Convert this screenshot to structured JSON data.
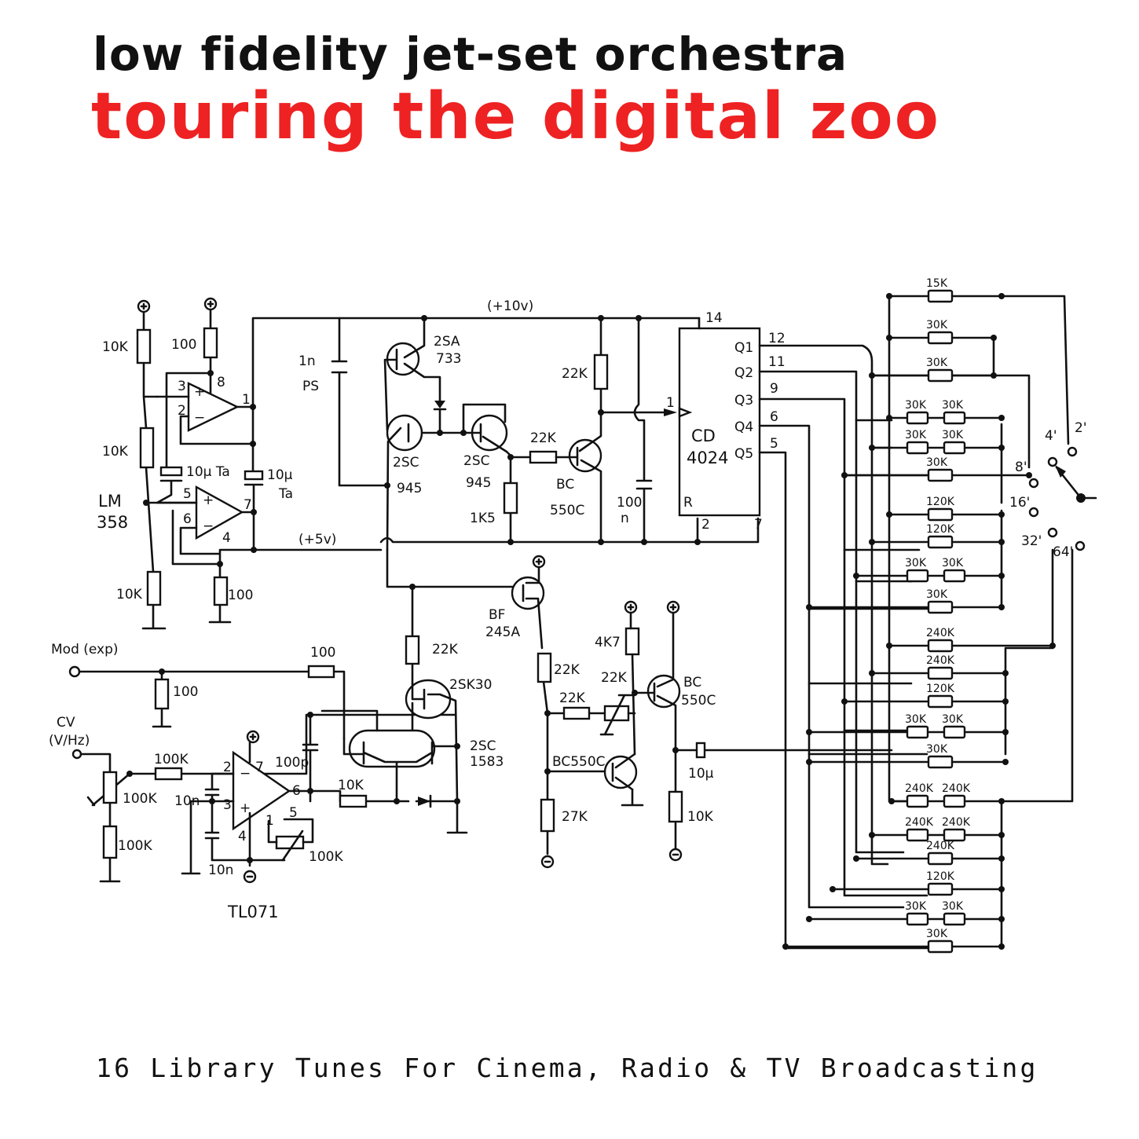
{
  "cover": {
    "artist": "low fidelity jet-set orchestra",
    "album_title": "touring the digital zoo",
    "subtitle": "16 Library Tunes For Cinema, Radio & TV Broadcasting",
    "colors": {
      "title_red": "#ee2222",
      "ink": "#111111",
      "background": "#ffffff"
    }
  },
  "schematic": {
    "rails": {
      "plus10v": "(+10v)",
      "plus5v": "(+5v)"
    },
    "lm358": {
      "chip": "LM\n358",
      "chip_line1": "LM",
      "chip_line2": "358",
      "r_top": "10K",
      "r_mid": "10K",
      "r_bot": "10K",
      "r_100_top": "100",
      "r_100_bot": "100",
      "c1": "10µ Ta",
      "c2": "10µ",
      "c2b": "Ta",
      "pins": [
        "3",
        "2",
        "8",
        "1",
        "5",
        "6",
        "7",
        "4"
      ]
    },
    "core": {
      "c_1n": "1n",
      "c_1n_b": "PS",
      "q_pnp": "2SA",
      "q_pnp_b": "733",
      "q1": "2SC",
      "q1_b": "945",
      "q2": "2SC",
      "q2_b": "945",
      "r_22k_a": "22K",
      "r_22k_b": "22K",
      "r_1k5": "1K5",
      "q3": "BC",
      "q3_b": "550C",
      "c_100n": "100",
      "c_100n_b": "n"
    },
    "counter": {
      "chip": "CD",
      "chip_b": "4024",
      "outputs": [
        "Q1",
        "Q2",
        "Q3",
        "Q4",
        "Q5"
      ],
      "out_pins": [
        "12",
        "11",
        "9",
        "6",
        "5"
      ],
      "pin_vdd": "14",
      "pin_clk": "1",
      "pin_reset": "R",
      "pin_2": "2",
      "pin_7": "7"
    },
    "inputs": {
      "mod": "Mod (exp)",
      "cv": "CV",
      "cv_b": "(V/Hz)",
      "r_mod_series": "100",
      "r_mod_shunt": "100",
      "r_cv_pot": "100K",
      "r_cv_bot": "100K",
      "r_cv_in": "100K",
      "c_10n_a": "10n",
      "c_10n_b": "10n",
      "c_100p": "100p",
      "trim": "100K",
      "r_out": "10K",
      "opamp": "TL071",
      "opamp_pins": [
        "2",
        "3",
        "7",
        "6",
        "4",
        "1",
        "5"
      ]
    },
    "expo": {
      "r_22k": "22K",
      "jfet": "2SK30",
      "pair": "2SC",
      "pair_b": "1583",
      "jfet2": "BF",
      "jfet2_b": "245A"
    },
    "output_stage": {
      "r_22k_a": "22K",
      "r_22k_b": "22K",
      "pot_22k": "22K",
      "r_4k7": "4K7",
      "q_out": "BC",
      "q_out_b": "550C",
      "q_low": "BC550C",
      "r_27k": "27K",
      "c_out": "10µ",
      "r_10k": "10K"
    },
    "ladder": {
      "resistors": [
        "15K",
        "30K",
        "30K",
        "30K",
        "30K",
        "30K",
        "30K",
        "30K",
        "120K",
        "120K",
        "30K",
        "30K",
        "30K",
        "240K",
        "240K",
        "120K",
        "30K",
        "30K",
        "30K",
        "240K",
        "240K",
        "240K",
        "240K",
        "240K",
        "120K",
        "30K",
        "30K",
        "30K"
      ],
      "footages": [
        "2'",
        "4'",
        "8'",
        "16'",
        "32'",
        "64'"
      ]
    }
  }
}
